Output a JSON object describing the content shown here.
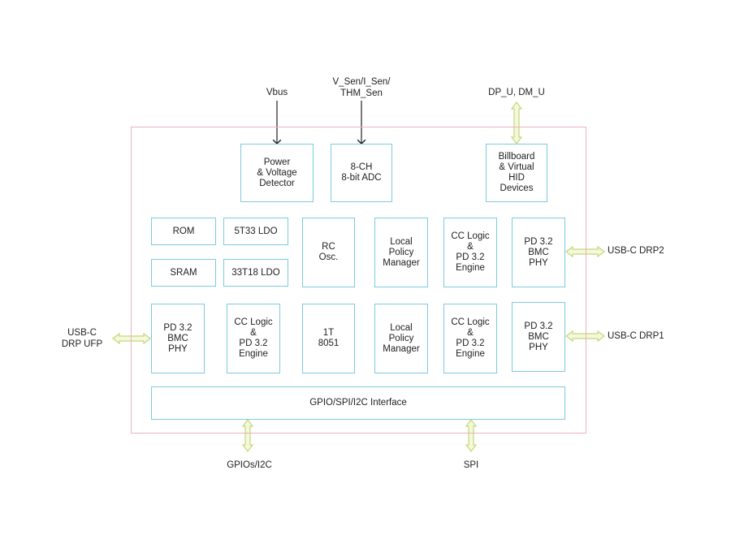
{
  "signals": {
    "vbus": "Vbus",
    "sensors": "V_Sen/I_Sen/\nTHM_Sen",
    "dp_dm": "DP_U, DM_U",
    "usbc_drp2": "USB-C DRP2",
    "usbc_drp1": "USB-C DRP1",
    "usbc_ufp": "USB-C\nDRP UFP",
    "gpios_i2c": "GPIOs/I2C",
    "spi": "SPI"
  },
  "blocks": {
    "power_detector": "Power\n& Voltage\nDetector",
    "adc": "8-CH\n8-bit ADC",
    "billboard": "Billboard\n& Virtual\nHID\nDevices",
    "rom": "ROM",
    "ldo_5t33": "5T33 LDO",
    "sram": "SRAM",
    "ldo_33t18": "33T18 LDO",
    "rc_osc": "RC\nOsc.",
    "policy_mgr_1": "Local\nPolicy\nManager",
    "cc_logic_1": "CC Logic\n&\nPD 3.2\nEngine",
    "pd_phy_drp2": "PD 3.2\nBMC\nPHY",
    "pd_phy_ufp": "PD 3.2\nBMC\nPHY",
    "cc_logic_ufp": "CC Logic\n&\nPD 3.2\nEngine",
    "mcu": "1T\n8051",
    "policy_mgr_2": "Local\nPolicy\nManager",
    "cc_logic_2": "CC Logic\n&\nPD 3.2\nEngine",
    "pd_phy_drp1": "PD 3.2\nBMC\nPHY",
    "gpio_interface": "GPIO/SPI/I2C Interface"
  },
  "colors": {
    "block_border": "#7ccbe0",
    "chip_border": "#e8b4bc",
    "bus_arrow_fill": "#f4f8dc",
    "bus_arrow_stroke": "#c6d77a",
    "signal_arrow": "#222222"
  },
  "icons": {
    "bus_arrow": "double-headed-hollow-arrow",
    "signal_arrow": "single-line-arrow"
  }
}
